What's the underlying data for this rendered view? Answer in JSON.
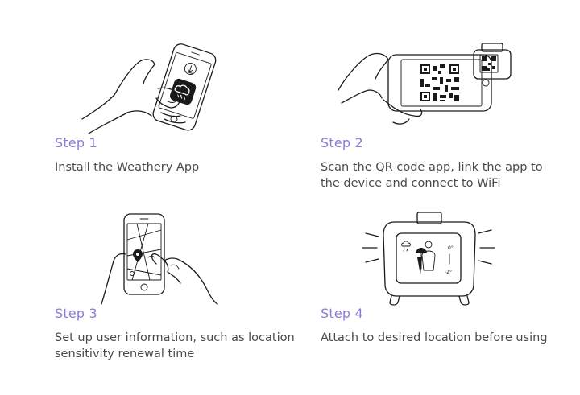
{
  "steps": [
    {
      "title": "Step 1",
      "description": "Install the Weathery App",
      "icon": "phone-install-app-icon"
    },
    {
      "title": "Step 2",
      "description": "Scan the QR code app, link the app to the device and connect to WiFi",
      "icon": "phone-scan-qr-icon"
    },
    {
      "title": "Step 3",
      "description": "Set up user information, such as location sensitivity renewal time",
      "icon": "phone-map-location-icon"
    },
    {
      "title": "Step 4",
      "description": "Attach to desired location before using",
      "icon": "weather-device-icon"
    }
  ],
  "colors": {
    "title": "#8f7ad8",
    "text": "#4a4a4a",
    "line": "#1a1a1a"
  }
}
